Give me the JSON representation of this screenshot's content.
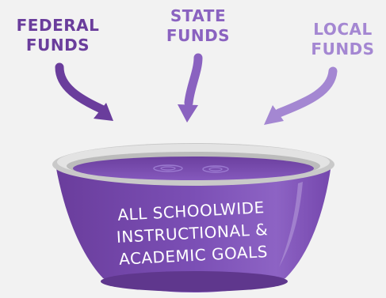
{
  "sources": [
    {
      "id": "federal",
      "lines": [
        "FEDERAL",
        "FUNDS"
      ],
      "color": "#6a3d9c"
    },
    {
      "id": "state",
      "lines": [
        "STATE",
        "FUNDS"
      ],
      "color": "#8a62c0"
    },
    {
      "id": "local",
      "lines": [
        "LOCAL",
        "FUNDS"
      ],
      "color": "#a487d2"
    }
  ],
  "bowl": {
    "lines": [
      "ALL SCHOOLWIDE",
      "INSTRUCTIONAL &",
      "ACADEMIC GOALS"
    ],
    "color": "#7b4fb5",
    "rim_color": "#c9c9c9"
  }
}
